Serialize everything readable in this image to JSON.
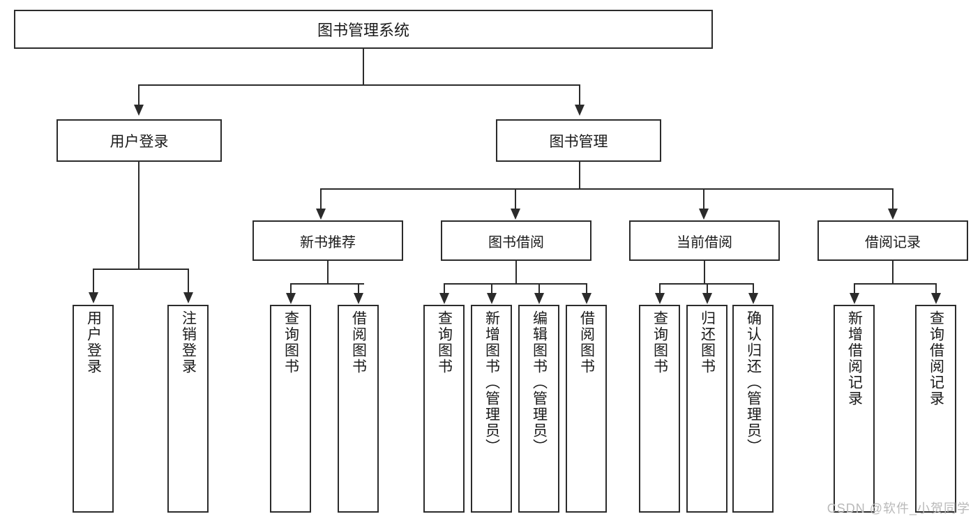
{
  "diagram": {
    "type": "tree",
    "title": "图书管理系统",
    "watermark": "CSDN @软件_小贺同学",
    "accent_color": "#2b2b2b",
    "background_color": "#ffffff",
    "nodes": {
      "root": {
        "label": "图书管理系统"
      },
      "level2": [
        {
          "label": "用户登录"
        },
        {
          "label": "图书管理"
        }
      ],
      "level3": [
        {
          "label": "新书推荐"
        },
        {
          "label": "图书借阅"
        },
        {
          "label": "当前借阅"
        },
        {
          "label": "借阅记录"
        }
      ],
      "leaves": {
        "user_login": [
          {
            "label": "用户登录"
          },
          {
            "label": "注销登录"
          }
        ],
        "new_book_recommend": [
          {
            "label": "查询图书"
          },
          {
            "label": "借阅图书"
          }
        ],
        "book_borrow": [
          {
            "label": "查询图书"
          },
          {
            "label": "新增图书（管理员）"
          },
          {
            "label": "编辑图书（管理员）"
          },
          {
            "label": "借阅图书"
          }
        ],
        "current_borrow": [
          {
            "label": "查询图书"
          },
          {
            "label": "归还图书"
          },
          {
            "label": "确认归还（管理员）"
          }
        ],
        "borrow_record": [
          {
            "label": "新增借阅记录"
          },
          {
            "label": "查询借阅记录"
          }
        ]
      }
    }
  }
}
